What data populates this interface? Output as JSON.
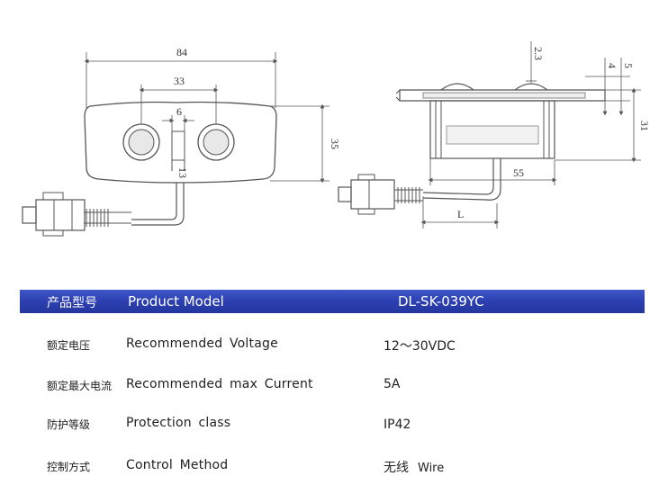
{
  "drawing": {
    "front": {
      "dim_width": "84",
      "dim_hole_spacing": "33",
      "dim_gap": "6",
      "dim_height": "35",
      "dim_wire_offset": "13"
    },
    "side": {
      "dim_top": "2.3",
      "dim_4": "4",
      "dim_5": "5",
      "dim_31": "31",
      "dim_55": "55",
      "dim_L": "L"
    }
  },
  "specs": {
    "header": {
      "label_zh": "产品型号",
      "label_en": "Product Model",
      "value": "DL-SK-039YC"
    },
    "rows": [
      {
        "label_zh": "额定电压",
        "label_en": "Recommended  Voltage",
        "value": "12～30VDC",
        "value_en": ""
      },
      {
        "label_zh": "额定最大电流",
        "label_en": "Recommended  max  Current",
        "value": "5A",
        "value_en": ""
      },
      {
        "label_zh": "防护等级",
        "label_en": "Protection class",
        "value": "IP42",
        "value_en": ""
      },
      {
        "label_zh": "控制方式",
        "label_en": "Control  Method",
        "value": "无线",
        "value_en": "Wire"
      }
    ]
  },
  "colors": {
    "header_bg": "#2c3fb0",
    "line": "#555555"
  }
}
